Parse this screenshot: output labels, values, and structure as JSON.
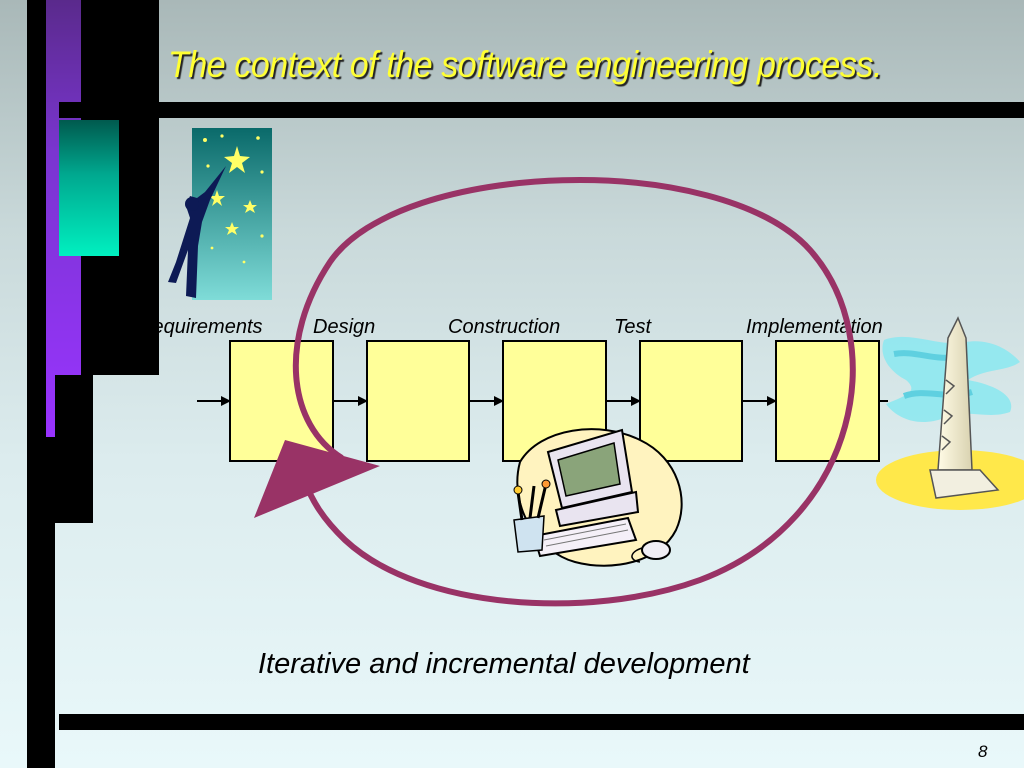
{
  "slide": {
    "title": "The context of the software engineering process.",
    "caption": "Iterative and incremental development",
    "page_number": "8"
  },
  "process": {
    "stages": [
      {
        "label": "Requirements"
      },
      {
        "label": "Design"
      },
      {
        "label": "Construction"
      },
      {
        "label": "Test"
      },
      {
        "label": "Implementation"
      }
    ]
  },
  "colors": {
    "title": "#ffff33",
    "stage_box_fill": "#ffff99",
    "cycle_loop": "#993366",
    "accent_purple": "#9933ff",
    "accent_teal": "#00e6b8"
  },
  "clipart": {
    "left": "reaching-stars-figure-icon",
    "center": "computer-workstation-icon",
    "right": "monument-icon"
  }
}
